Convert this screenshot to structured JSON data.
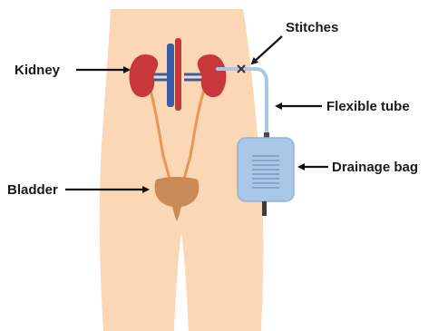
{
  "labels": {
    "stitches": "Stitches",
    "kidney": "Kidney",
    "flexible_tube": "Flexible tube",
    "bladder": "Bladder",
    "drainage_bag": "Drainage bag"
  },
  "colors": {
    "skin": "#fbd7b6",
    "kidney": "#c8383a",
    "ureter": "#e8955a",
    "bladder": "#c98a57",
    "artery": "#c8383a",
    "vein": "#3b5ca8",
    "tube": "#a9c7e6",
    "bag": "#a9c7e6",
    "text": "#1a1a1a"
  }
}
